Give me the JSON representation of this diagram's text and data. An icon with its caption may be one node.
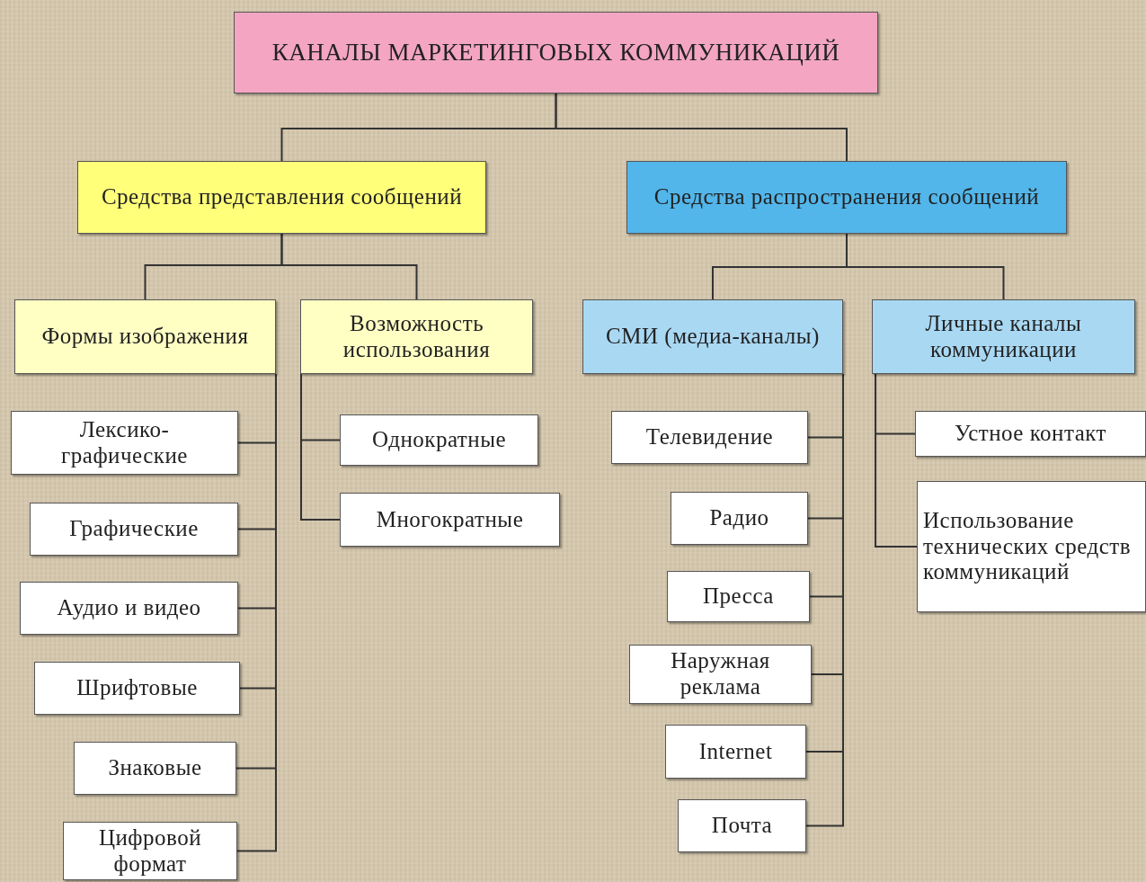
{
  "diagram": {
    "nodes": [
      {
        "text": [
          "КАНАЛЫ МАРКЕТИНГОВЫХ КОММУНИКАЦИЙ"
        ]
      },
      {
        "text": [
          "Средства представления сообщений"
        ]
      },
      {
        "text": [
          "Средства распространения сообщений"
        ]
      },
      {
        "text": [
          "Формы изображения"
        ]
      },
      {
        "text": [
          "Возможность использования"
        ]
      },
      {
        "text": [
          "СМИ (медиа-каналы)"
        ]
      },
      {
        "text": [
          "Личные каналы коммуникации"
        ]
      },
      {
        "text": [
          "Лексико-графические"
        ]
      },
      {
        "text": [
          "Графические"
        ]
      },
      {
        "text": [
          "Аудио и видео"
        ]
      },
      {
        "text": [
          "Шрифтовые"
        ]
      },
      {
        "text": [
          "Знаковые"
        ]
      },
      {
        "text": [
          "Цифровой формат"
        ]
      },
      {
        "text": [
          "Однократные"
        ]
      },
      {
        "text": [
          "Многократные"
        ]
      },
      {
        "text": [
          "Телевидение"
        ]
      },
      {
        "text": [
          "Радио"
        ]
      },
      {
        "text": [
          "Пресса"
        ]
      },
      {
        "text": [
          "Наружная реклама"
        ]
      },
      {
        "text": [
          "Internet"
        ]
      },
      {
        "text": [
          "Почта"
        ]
      },
      {
        "text": [
          "Устное контакт"
        ]
      },
      {
        "text": [
          "Использование технических средств коммуникаций"
        ]
      }
    ],
    "edges": [
      {
        "from": 0,
        "to": 1,
        "arrow": "none"
      },
      {
        "from": 0,
        "to": 2,
        "arrow": "none"
      },
      {
        "from": 1,
        "to": 3,
        "arrow": "none"
      },
      {
        "from": 1,
        "to": 4,
        "arrow": "none"
      },
      {
        "from": 2,
        "to": 5,
        "arrow": "none"
      },
      {
        "from": 2,
        "to": 6,
        "arrow": "none"
      },
      {
        "from": 3,
        "to": 7,
        "arrow": "none"
      },
      {
        "from": 3,
        "to": 8,
        "arrow": "none"
      },
      {
        "from": 3,
        "to": 9,
        "arrow": "none"
      },
      {
        "from": 3,
        "to": 10,
        "arrow": "none"
      },
      {
        "from": 3,
        "to": 11,
        "arrow": "none"
      },
      {
        "from": 3,
        "to": 12,
        "arrow": "none"
      },
      {
        "from": 4,
        "to": 13,
        "arrow": "none"
      },
      {
        "from": 4,
        "to": 14,
        "arrow": "none"
      },
      {
        "from": 5,
        "to": 15,
        "arrow": "none"
      },
      {
        "from": 5,
        "to": 16,
        "arrow": "none"
      },
      {
        "from": 5,
        "to": 17,
        "arrow": "none"
      },
      {
        "from": 5,
        "to": 18,
        "arrow": "none"
      },
      {
        "from": 5,
        "to": 19,
        "arrow": "none"
      },
      {
        "from": 5,
        "to": 20,
        "arrow": "none"
      },
      {
        "from": 6,
        "to": 21,
        "arrow": "none"
      },
      {
        "from": 6,
        "to": 22,
        "arrow": "none"
      }
    ]
  }
}
